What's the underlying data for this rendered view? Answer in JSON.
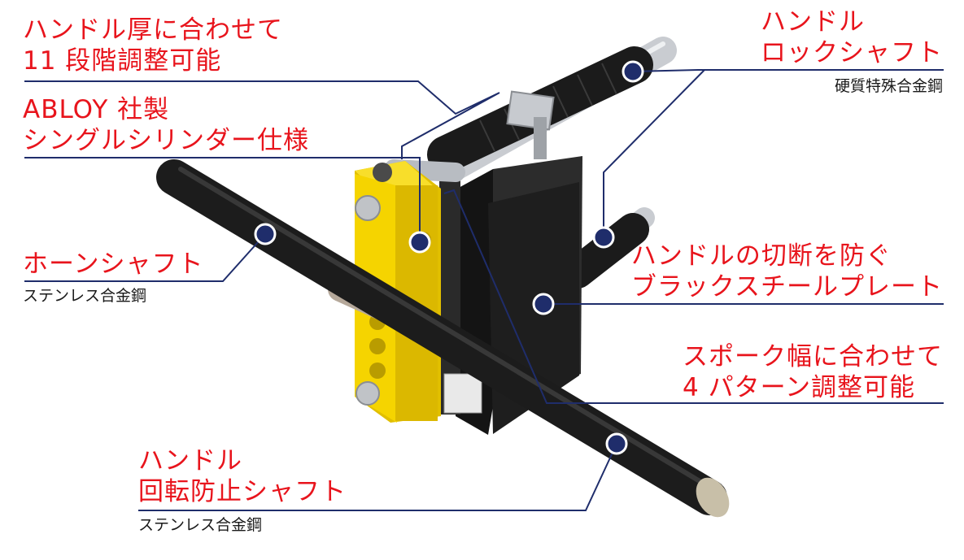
{
  "colors": {
    "label_red": "#e8141c",
    "leader_navy": "#1f2d6b",
    "body_yellow": "#f5d400",
    "foam_black": "#1b1b1b",
    "plate_black": "#1e1e1e",
    "steel": "#b8bcc2"
  },
  "callouts": {
    "handle_thickness": {
      "line1": "ハンドル厚に合わせて",
      "line2": "11 段階調整可能"
    },
    "abloy_cylinder": {
      "line1": "ABLOY 社製",
      "line2": "シングルシリンダー仕様"
    },
    "horn_shaft": {
      "title": "ホーンシャフト",
      "material": "ステンレス合金鋼"
    },
    "rotation_stop_shaft": {
      "line1": "ハンドル",
      "line2": "回転防止シャフト",
      "material": "ステンレス合金鋼"
    },
    "lock_shaft": {
      "line1": "ハンドル",
      "line2": "ロックシャフト",
      "material": "硬質特殊合金鋼"
    },
    "black_plate": {
      "line1": "ハンドルの切断を防ぐ",
      "line2": "ブラックスチールプレート"
    },
    "spoke_width": {
      "line1": "スポーク幅に合わせて",
      "line2": "4 パターン調整可能"
    }
  }
}
